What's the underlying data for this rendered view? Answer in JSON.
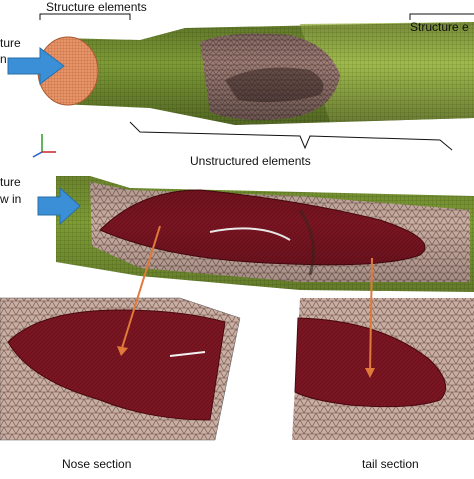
{
  "labels": {
    "structure_left": "Structure elements",
    "structure_right": "Structure e",
    "flow_top_line1": "ture",
    "flow_top_line2": "n",
    "axis": "xyz",
    "unstructured": "Unstructured elements",
    "flow_mid_line1": "ture",
    "flow_mid_line2": "w in",
    "nose": "Nose section",
    "tail": "tail section"
  },
  "colors": {
    "green_mesh": "#6f8f2e",
    "green_light": "#9cb94a",
    "pink_mesh": "#b89a8f",
    "dark_red": "#7a1420",
    "orange_face": "#e59a6a",
    "arrow_blue": "#3b8fd6",
    "arrow_orange": "#e07a3a"
  }
}
